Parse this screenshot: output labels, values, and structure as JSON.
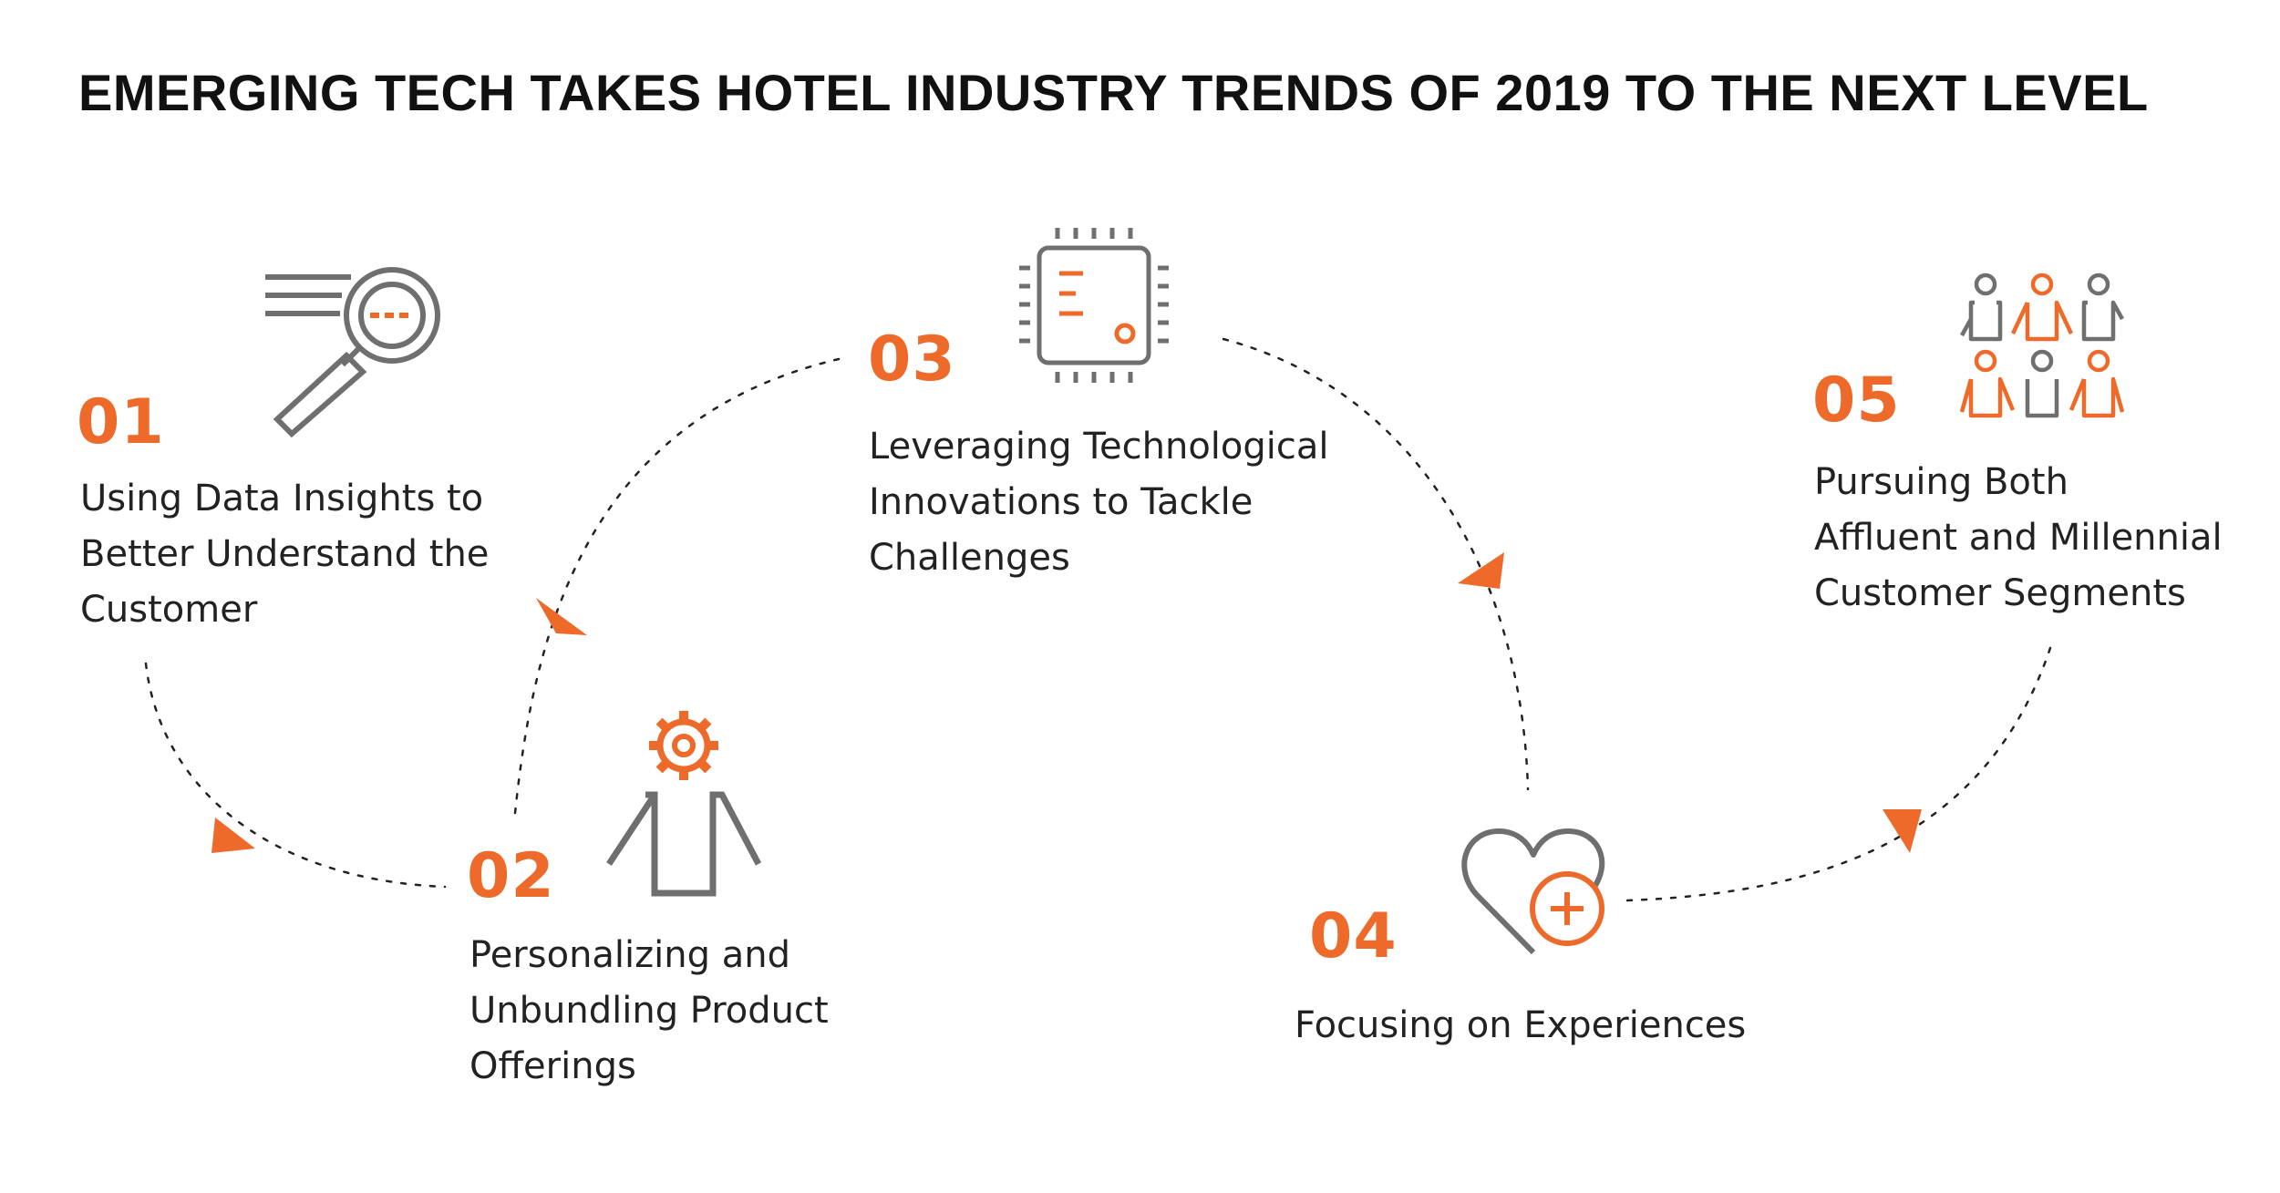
{
  "title": "EMERGING TECH TAKES HOTEL INDUSTRY TRENDS OF 2019 TO THE NEXT LEVEL",
  "colors": {
    "accent": "#ee6a2a",
    "icon_gray": "#6f6f6f",
    "text": "#222222"
  },
  "steps": [
    {
      "number": "01",
      "text": "Using Data Insights to\nBetter Understand the\nCustomer",
      "icon": "magnifier-search-icon"
    },
    {
      "number": "02",
      "text": "Personalizing and\nUnbundling Product\nOfferings",
      "icon": "person-gear-icon"
    },
    {
      "number": "03",
      "text": "Leveraging Technological\nInnovations to Tackle\nChallenges",
      "icon": "microchip-icon"
    },
    {
      "number": "04",
      "text": "Focusing on Experiences",
      "icon": "heart-plus-icon"
    },
    {
      "number": "05",
      "text": "Pursuing Both\nAffluent and Millennial\nCustomer Segments",
      "icon": "people-group-icon"
    }
  ]
}
